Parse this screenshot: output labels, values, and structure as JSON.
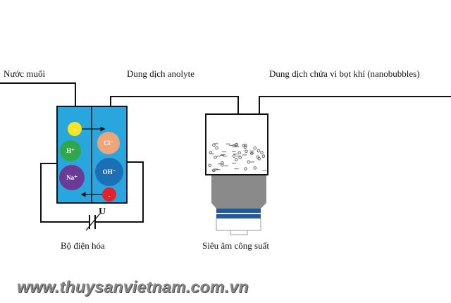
{
  "labels": {
    "input": "Nước muối",
    "anolyte": "Dung dịch anolyte",
    "output": "Dung dịch chứa vi bọt khí  (nanobubbles)",
    "cell": "Bộ điện hóa",
    "ultrasound": "Siêu âm công suất",
    "voltage": "U"
  },
  "ions": {
    "plus": "+",
    "minus": "-",
    "h": "H⁺",
    "na": "Na⁺",
    "cl": "Cl⁻",
    "oh": "OH⁻"
  },
  "watermark": "www.thuysanvietnam.com.vn",
  "colors": {
    "cell": "#2aa6de",
    "plus": "#f5e620",
    "minus": "#e8202a",
    "h": "#2fa84a",
    "na": "#6a3a96",
    "cl": "#f0a47a",
    "oh": "#1a6fb5",
    "transducer": "#8a8a8a",
    "band": "#1f5a96"
  }
}
